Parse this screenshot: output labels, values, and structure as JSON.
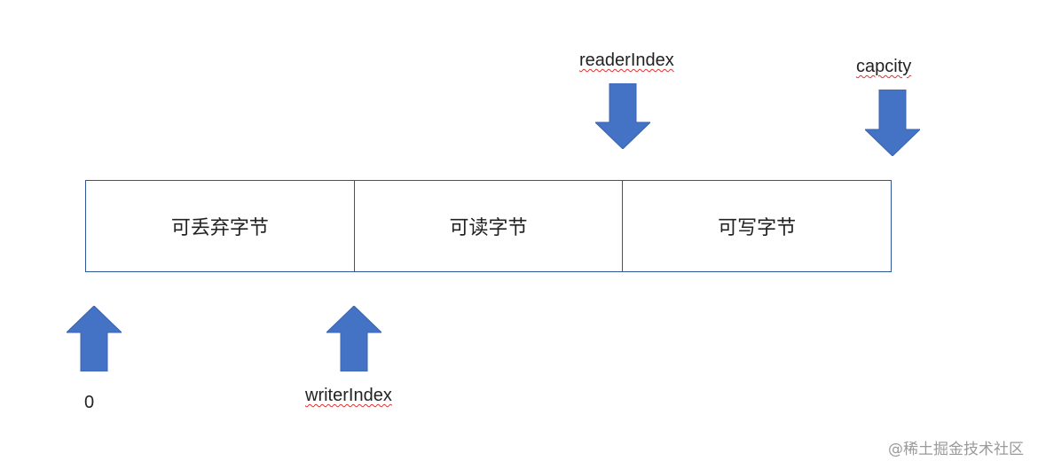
{
  "buffer": {
    "segments": [
      {
        "label": "可丢弃字节"
      },
      {
        "label": "可读字节"
      },
      {
        "label": "可写字节"
      }
    ]
  },
  "pointers": {
    "reader_index": {
      "label": "readerIndex",
      "direction": "down"
    },
    "capacity": {
      "label": "capcity",
      "direction": "down"
    },
    "zero": {
      "label": "0",
      "direction": "up"
    },
    "writer_index": {
      "label": "writerIndex",
      "direction": "up"
    }
  },
  "watermark": {
    "text": "@稀土掘金技术社区"
  },
  "colors": {
    "arrow_fill": "#4472c4",
    "box_border": "#2f5597",
    "spell_underline": "#e03030"
  }
}
